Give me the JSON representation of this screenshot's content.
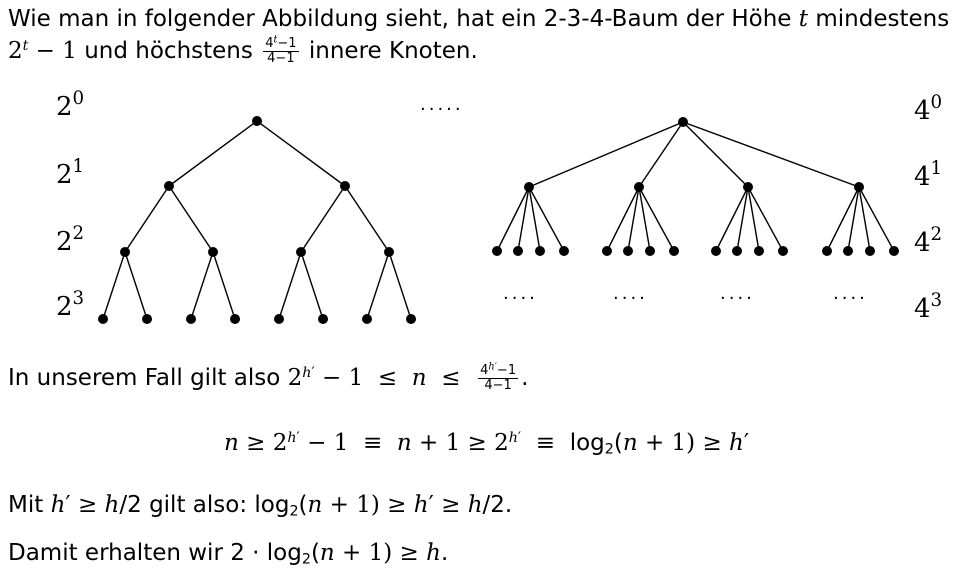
{
  "intro": {
    "line1": "Wie man in folgender Abbildung sieht, hat ein 2-3-4-Baum der Höhe t mindestens",
    "line2_min": "2^t − 1",
    "line2_mid": "und höchstens",
    "line2_frac_num": "4^t − 1",
    "line2_frac_den": "4 − 1",
    "line2_end": "innere Knoten."
  },
  "figure": {
    "left_levels": [
      "2^0",
      "2^1",
      "2^2",
      "2^3"
    ],
    "right_levels": [
      "4^0",
      "4^1",
      "4^2",
      "4^3"
    ],
    "top_dots": ".....",
    "bottom_dots": "...."
  },
  "text": {
    "case_line": "In unserem Fall gilt also 2^h' − 1 ≤ n ≤ (4^h' − 1)/(4 − 1).",
    "equation": "n ≥ 2^h' − 1 ≡ n + 1 ≥ 2^h' ≡ log_2(n + 1) ≥ h'",
    "mit_line": "Mit h' ≥ h/2 gilt also: log_2(n + 1) ≥ h' ≥ h/2.",
    "damit_line": "Damit erhalten wir 2 · log_2(n + 1) ≥ h."
  }
}
